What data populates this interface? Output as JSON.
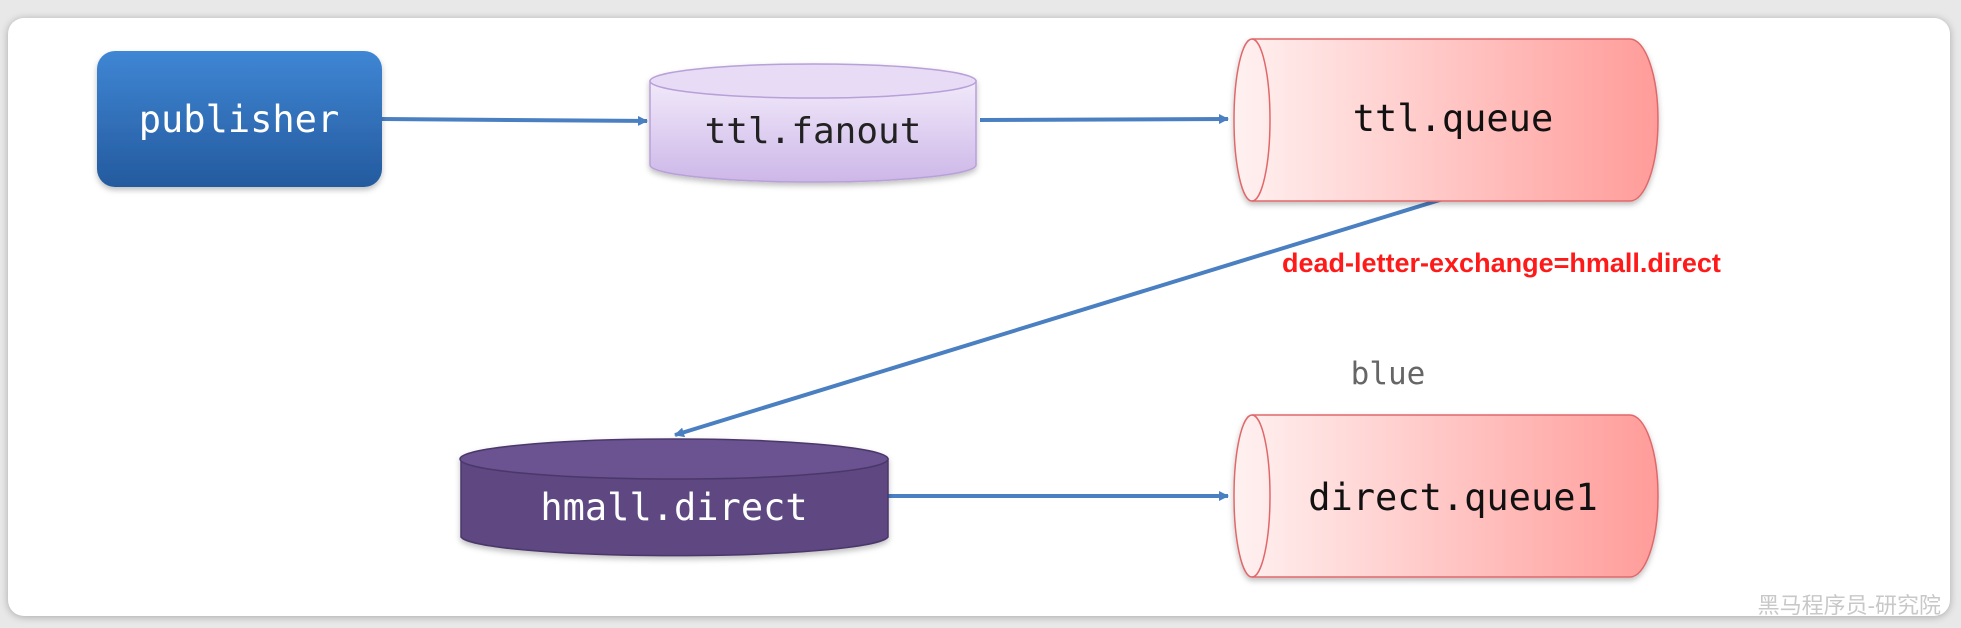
{
  "nodes": {
    "publisher": {
      "label": "publisher"
    },
    "ttl_fanout": {
      "label": "ttl.fanout"
    },
    "ttl_queue": {
      "label": "ttl.queue"
    },
    "hmall_direct": {
      "label": "hmall.direct"
    },
    "direct_queue1": {
      "label": "direct.queue1"
    }
  },
  "annotations": {
    "dead_letter": "dead-letter-exchange=hmall.direct",
    "routing_key": "blue"
  },
  "watermark": "黑马程序员-研究院",
  "colors": {
    "publisher": "#2f6db5",
    "fanout": "#dccbf0",
    "queue": "#ff9e9b",
    "direct": "#5e4682",
    "arrow": "#4a7fc1",
    "annotation": "#ff1a1a"
  }
}
